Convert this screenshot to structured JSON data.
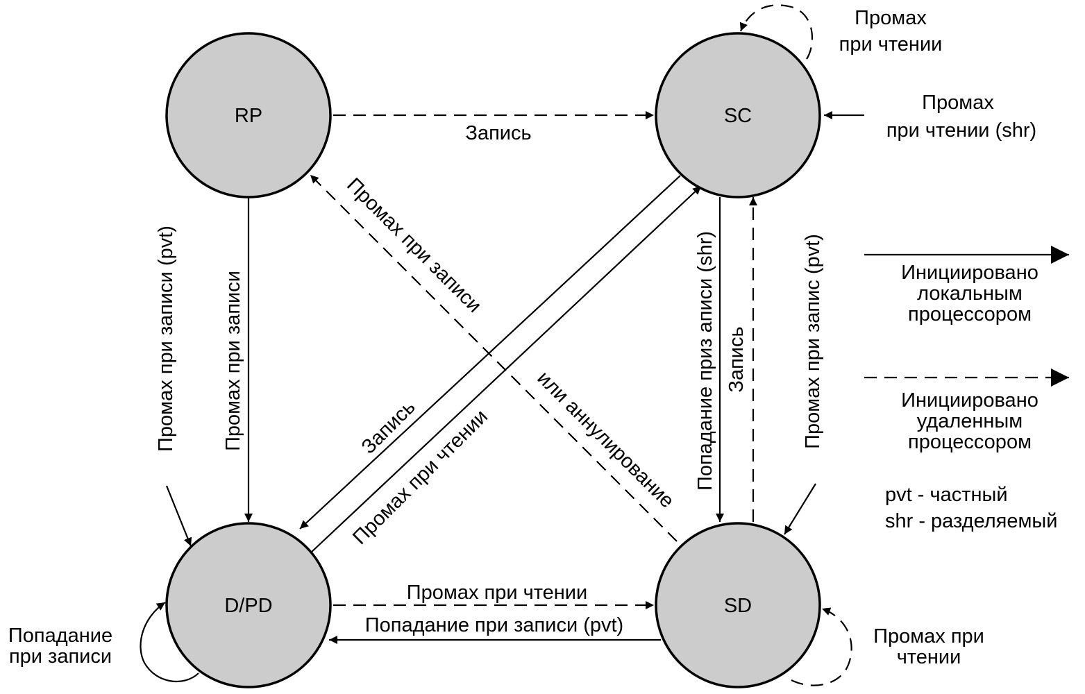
{
  "states": {
    "rp": "RP",
    "sc": "SC",
    "dpd": "D/PD",
    "sd": "SD"
  },
  "edges": {
    "rp_to_sc": "Запись",
    "rp_to_dpd": "Промах при записи",
    "external_to_dpd_line1": "Промах при записи (pvt)",
    "sd_to_rp_line1": "Промах при записи",
    "sd_to_rp_line2": "или аннулирование",
    "sc_to_dpd": "Запись",
    "dpd_to_sc": "Промах при чтении",
    "sc_to_sd": "Попадание приз аписи (shr)",
    "sd_to_sc": "Запись",
    "external_to_sd": "Промах при запис (pvt)",
    "dpd_to_sd": "Промах при чтении",
    "sd_to_dpd": "Попадание при записи (pvt)",
    "sc_self_line1": "Промах",
    "sc_self_line2": "при чтении",
    "external_to_sc_line1": "Промах",
    "external_to_sc_line2": "при чтении (shr)",
    "dpd_self_line1": "Попадание",
    "dpd_self_line2": "при записи",
    "sd_self_line1": "Промах при",
    "sd_self_line2": "чтении"
  },
  "legend": {
    "local_line1": "Инициировано",
    "local_line2": "локальным",
    "local_line3": "процессором",
    "remote_line1": "Инициировано",
    "remote_line2": "удаленным",
    "remote_line3": "процессором",
    "pvt_note": "pvt - частный",
    "shr_note": "shr - разделяемый"
  },
  "colors": {
    "state_fill": "#cccccc",
    "stroke": "#000000",
    "background": "#ffffff"
  }
}
